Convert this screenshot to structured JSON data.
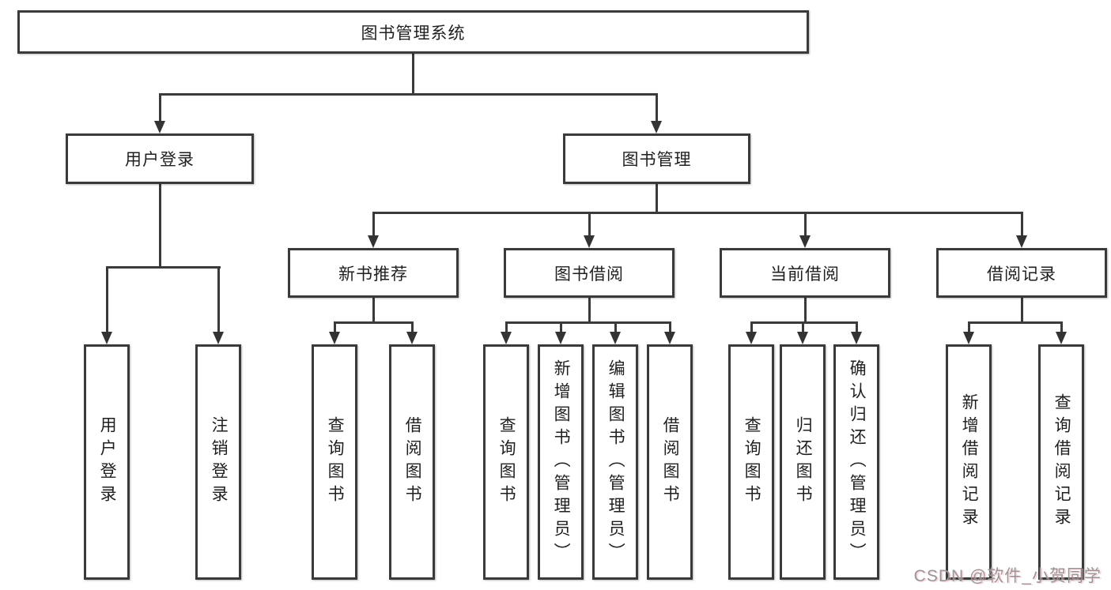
{
  "root": {
    "label": "图书管理系统"
  },
  "branches": {
    "login": {
      "label": "用户登录",
      "children": [
        {
          "label": "用户登录"
        },
        {
          "label": "注销登录"
        }
      ]
    },
    "management": {
      "label": "图书管理"
    }
  },
  "modules": [
    {
      "label": "新书推荐",
      "children": [
        {
          "label": "查询图书"
        },
        {
          "label": "借阅图书"
        }
      ]
    },
    {
      "label": "图书借阅",
      "children": [
        {
          "label": "查询图书"
        },
        {
          "label": "新增图书（管理员）"
        },
        {
          "label": "编辑图书（管理员）"
        },
        {
          "label": "借阅图书"
        }
      ]
    },
    {
      "label": "当前借阅",
      "children": [
        {
          "label": "查询图书"
        },
        {
          "label": "归还图书"
        },
        {
          "label": "确认归还（管理员）"
        }
      ]
    },
    {
      "label": "借阅记录",
      "children": [
        {
          "label": "新增借阅记录"
        },
        {
          "label": "查询借阅记录"
        }
      ]
    }
  ],
  "watermark": {
    "text": "CSDN @软件_小贺同学",
    "color": "#969696"
  },
  "colors": {
    "line": "#3a3a3a",
    "box_border": "#3a3a3a",
    "box_background": "#ffffff",
    "text": "#1f1f1f",
    "page_background": "#ffffff"
  }
}
